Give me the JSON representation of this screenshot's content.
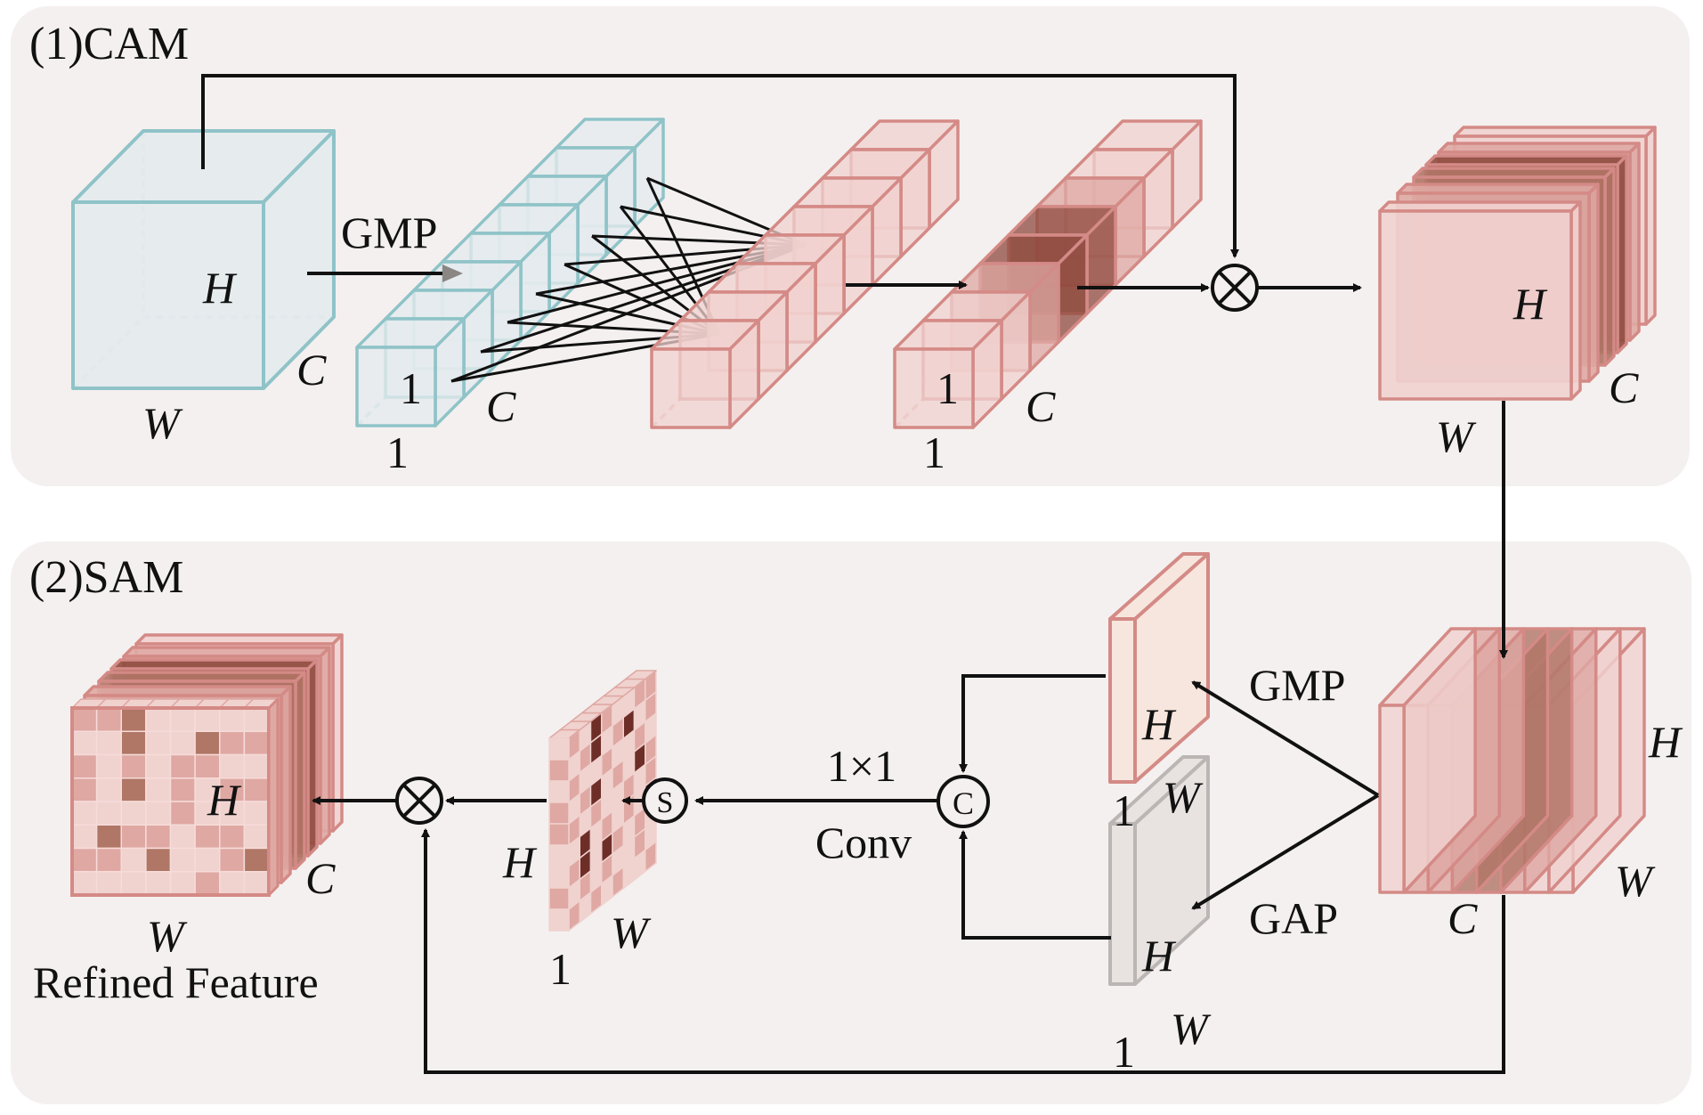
{
  "diagram": {
    "type": "CBAM attention module",
    "colors": {
      "panel_bg": "#f4f0ef",
      "teal_edge": "#8fc3c8",
      "teal_fill": "#e4ebed",
      "red_edge": "#d48a86",
      "red_light": "#f0d2cf",
      "red_mid": "#dfa8a3",
      "red_dark": "#b07666",
      "red_deep": "#8f4a3e",
      "gmp_fill": "#f7e6dd",
      "gap_fill": "#e8e3e1",
      "gap_edge": "#bbb6b4",
      "wire": "#111111"
    },
    "cam": {
      "title": "(1)CAM",
      "input_labels": {
        "h": "H",
        "w": "W",
        "c": "C"
      },
      "gmp_label": "GMP",
      "pooled_labels": {
        "one_front": "1",
        "one_bottom": "1",
        "c": "C"
      },
      "weighted_labels": {
        "one_front": "1",
        "one_bottom": "1",
        "c": "C"
      },
      "output_labels": {
        "h": "H",
        "w": "W",
        "c": "C"
      },
      "column_cells": 8,
      "highlighted_cells": [
        3,
        4
      ],
      "multiply_symbol": "⊗"
    },
    "sam": {
      "title": "(2)SAM",
      "input_labels": {
        "h": "H",
        "w": "W",
        "c": "C"
      },
      "gmp_label": "GMP",
      "gap_label": "GAP",
      "gmp_map_labels": {
        "h": "H",
        "w": "W",
        "one": "1"
      },
      "gap_map_labels": {
        "h": "H",
        "w": "W",
        "one": "1"
      },
      "concat_symbol": "C",
      "conv_label_top": "1×1",
      "conv_label_bottom": "Conv",
      "sigmoid_symbol": "S",
      "attention_map_labels": {
        "h": "H",
        "w": "W",
        "one": "1"
      },
      "multiply_symbol": "⊗",
      "output_labels": {
        "h": "H",
        "w": "W",
        "c": "C"
      },
      "output_caption": "Refined Feature",
      "refined_grid": [
        "MMDLLLLL",
        "LLDLLDMM",
        "MLMLMMLL",
        "MLDLMLMM",
        "LLLLMLLL",
        "LDMMLMML",
        "MMLDLLMD",
        "LLLLLMLL"
      ],
      "attention_front_strip": [
        "L",
        "M",
        "L",
        "M",
        "M",
        "L",
        "L",
        "M",
        "L"
      ],
      "attention_side_grid": [
        "MLDMLLMM",
        "LMDLMDLM",
        "MLLMLLML",
        "LMDLMLDM",
        "MLMLLMLM",
        "LDLMLMLD",
        "MDLDMLML",
        "LMLMLLML",
        "MLMLMLLM"
      ],
      "input_slice_shades": [
        "L",
        "M",
        "M",
        "D",
        "D",
        "M",
        "L",
        "L"
      ]
    }
  }
}
